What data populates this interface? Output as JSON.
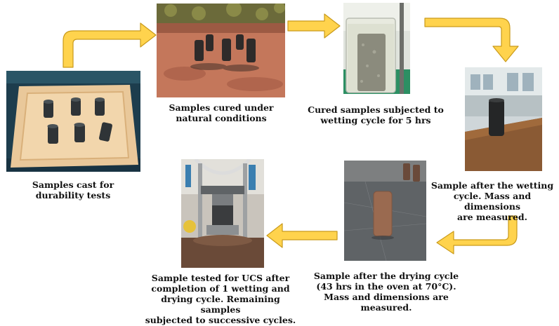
{
  "colors": {
    "arrow_fill": "#ffd34d",
    "arrow_stroke": "#c99a1b",
    "caption_text": "#111111"
  },
  "steps": [
    {
      "id": "cast",
      "caption_lines": [
        "Samples cast for",
        "durability tests"
      ]
    },
    {
      "id": "cured",
      "caption_lines": [
        "Samples cured under",
        "natural conditions"
      ]
    },
    {
      "id": "wetting",
      "caption_lines": [
        "Cured samples subjected to",
        "wetting cycle for 5 hrs"
      ]
    },
    {
      "id": "after-wetting",
      "caption_lines": [
        "Sample after the wetting",
        "cycle. Mass and dimensions",
        "are measured."
      ]
    },
    {
      "id": "after-drying",
      "caption_lines": [
        "Sample after the drying  cycle",
        "(43 hrs in the oven at 70°C).",
        "Mass and dimensions  are",
        "measured."
      ]
    },
    {
      "id": "ucs-test",
      "caption_lines": [
        "Sample tested for UCS after",
        "completion of 1 wetting and",
        "drying  cycle. Remaining samples",
        "subjected to successive cycles."
      ]
    }
  ]
}
